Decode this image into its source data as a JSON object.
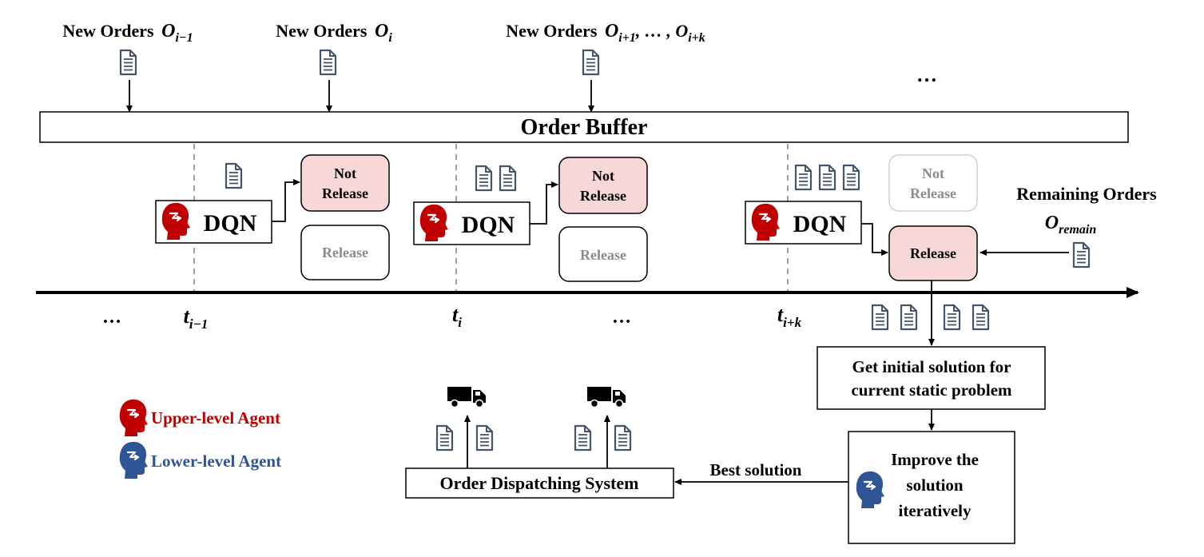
{
  "top_orders": [
    {
      "prefix": "New Orders",
      "var": "O",
      "sub": "i−1"
    },
    {
      "prefix": "New Orders",
      "var": "O",
      "sub": "i"
    },
    {
      "prefix": "New Orders",
      "var": "O",
      "sub": "i+1",
      "suffix": ", … , O",
      "sub2": "i+k"
    }
  ],
  "top_ellipsis": "…",
  "buffer_label": "Order Buffer",
  "dqn_label": "DQN",
  "not_release_line1": "Not",
  "not_release_line2": "Release",
  "release_label": "Release",
  "remaining": {
    "title": "Remaining Orders",
    "var": "O",
    "sub": "remain"
  },
  "timeline": {
    "ellipsis_left": "…",
    "ellipsis_mid": "…",
    "t_prev": {
      "var": "t",
      "sub": "i−1"
    },
    "t_i": {
      "var": "t",
      "sub": "i"
    },
    "t_next": {
      "var": "t",
      "sub": "i+k"
    }
  },
  "initial_solution": {
    "line1": "Get initial solution for",
    "line2": "current static problem"
  },
  "improve": {
    "line1": "Improve the",
    "line2": "solution",
    "line3": "iteratively"
  },
  "best_solution": "Best solution",
  "dispatch_system": "Order Dispatching System",
  "legend": {
    "upper": "Upper-level Agent",
    "lower": "Lower-level Agent",
    "upper_color": "#c00000",
    "lower_color": "#2f5597"
  },
  "colors": {
    "doc": "#44546a",
    "release_fill": "#f8d7d7",
    "dim_text": "#8c8c8c"
  },
  "icons": [
    "document-icon",
    "head-icon",
    "truck-icon"
  ]
}
